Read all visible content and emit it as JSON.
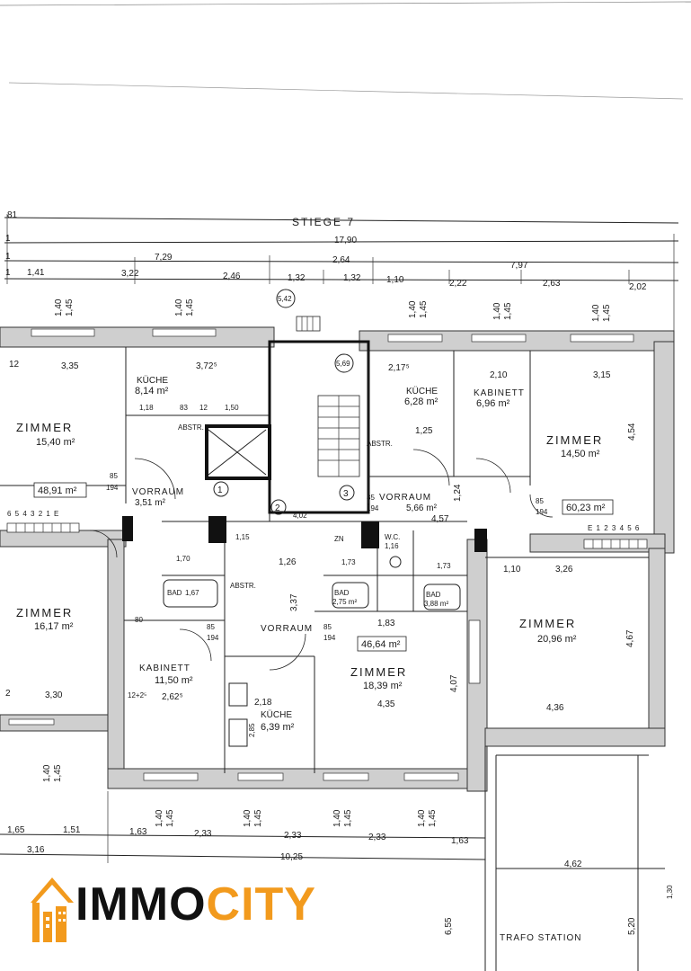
{
  "header": {
    "stair": "STIEGE 7"
  },
  "dims": {
    "overall": "17,90",
    "row2": [
      "7,29",
      "2,64"
    ],
    "row3": [
      "1,41",
      "3,22",
      "2,46",
      "1,32",
      "1,32",
      "1,10",
      "2,22",
      "2,63",
      "2,02",
      "7,97"
    ],
    "window_pairs": [
      "1,40",
      "1,45"
    ],
    "bottom": [
      "1,65",
      "1,51",
      "1,63",
      "2,33",
      "2,33",
      "2,33",
      "1,63"
    ],
    "bottom2": [
      "3,16",
      "10,25",
      "4,62"
    ],
    "side": [
      "6,55",
      "5,20",
      "1,30"
    ]
  },
  "rooms": {
    "zimmer_nw": {
      "name": "ZIMMER",
      "area": "15,40 m²",
      "dims": [
        "12",
        "3,35"
      ]
    },
    "kueche_nw": {
      "name": "KÜCHE",
      "area": "8,14 m²",
      "dims": [
        "3,72⁵",
        "1,18",
        "83",
        "12",
        "1,50"
      ]
    },
    "kueche_ne": {
      "name": "KÜCHE",
      "area": "6,28 m²",
      "dims": [
        "2,17⁵",
        "1,25"
      ]
    },
    "kabinett_ne": {
      "name": "KABINETT",
      "area": "6,96 m²",
      "dims": [
        "2,10"
      ]
    },
    "zimmer_ne": {
      "name": "ZIMMER",
      "area": "14,50 m²",
      "dims": [
        "3,15",
        "4,54"
      ]
    },
    "apt_left": {
      "total": "48,91 m²"
    },
    "apt_right": {
      "total": "60,23 m²"
    },
    "apt_mid": {
      "total": "46,64 m²"
    },
    "vorraum_left": {
      "name": "VORRAUM",
      "area": "3,51 m²"
    },
    "vorraum_right": {
      "name": "VORRAUM",
      "area": "5,66 m²",
      "dims": [
        "4,57",
        "1,24"
      ]
    },
    "vorraum_mid": {
      "name": "VORRAUM",
      "area": "",
      "dims": [
        "3,37",
        "1,26"
      ]
    },
    "zimmer_w": {
      "name": "ZIMMER",
      "area": "16,17 m²",
      "dims": [
        "3,30"
      ]
    },
    "kabinett_w": {
      "name": "KABINETT",
      "area": "11,50 m²",
      "dims": [
        "12+2⁵",
        "2,62⁵",
        "80"
      ]
    },
    "kueche_s": {
      "name": "KÜCHE",
      "area": "6,39 m²",
      "dims": [
        "2,18",
        "2,85"
      ]
    },
    "zimmer_s": {
      "name": "ZIMMER",
      "area": "18,39 m²",
      "dims": [
        "4,35",
        "4,07",
        "1,83"
      ]
    },
    "zimmer_e": {
      "name": "ZIMMER",
      "area": "20,96 m²",
      "dims": [
        "3,26",
        "4,36",
        "4,67",
        "1,10"
      ]
    },
    "bad1": {
      "name": "BAD",
      "area": "1,67"
    },
    "bad2": {
      "name": "BAD",
      "area": "2,75 m²"
    },
    "bad3": {
      "name": "BAD",
      "area": "3,88 m²"
    },
    "wc": {
      "name": "W.C.",
      "area": "1,16"
    },
    "stair_nums": [
      "1",
      "2",
      "3"
    ],
    "landing": "4,02",
    "misc": [
      "1,73",
      "1,73",
      "1,70",
      "1,15",
      "ZN",
      "ABSTR.",
      "5,42",
      "5,69",
      "5,66"
    ]
  },
  "labels": {
    "trafo": "TRAFO STATION",
    "door_85": "85",
    "door_194": "194",
    "num_left": "6 5 4 3 2 1 E",
    "num_right": "E 1 2 3 4 5 6"
  },
  "logo": {
    "part1": "IMMO",
    "part2": "CITY"
  }
}
